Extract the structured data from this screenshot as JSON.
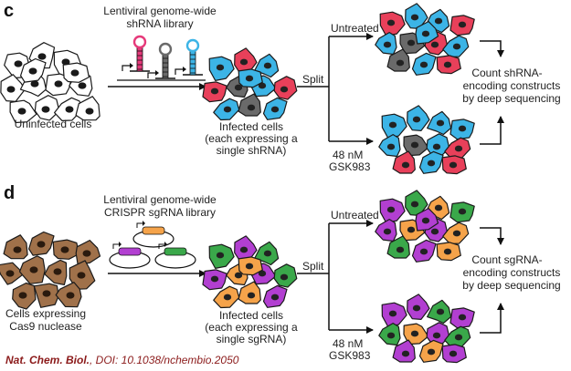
{
  "panel_c": {
    "letter": "c",
    "library_line1": "Lentiviral genome-wide",
    "library_line2": "shRNA library",
    "uninfected_label": "Uninfected cells",
    "infected_line1": "Infected cells",
    "infected_line2": "(each expressing a",
    "infected_line3": "single shRNA)",
    "split_label": "Split",
    "untreated_label": "Untreated",
    "treated_line1": "48 nM",
    "treated_line2": "GSK983",
    "count_line1": "Count shRNA-",
    "count_line2": "encoding constructs",
    "count_line3": "by deep sequencing",
    "cell_colors": {
      "blue": "#3cb4e6",
      "red": "#e8405a",
      "gray": "#6a6a6a"
    },
    "hairpin_colors": [
      "#e6397a",
      "#6a6a6a",
      "#3cb4e6"
    ]
  },
  "panel_d": {
    "letter": "d",
    "library_line1": "Lentiviral genome-wide",
    "library_line2": "CRISPR sgRNA library",
    "cas9_line1": "Cells expressing",
    "cas9_line2": "Cas9 nuclease",
    "infected_line1": "Infected cells",
    "infected_line2": "(each expressing a",
    "infected_line3": "single sgRNA)",
    "split_label": "Split",
    "untreated_label": "Untreated",
    "treated_line1": "48 nM",
    "treated_line2": "GSK983",
    "count_line1": "Count sgRNA-",
    "count_line2": "encoding constructs",
    "count_line3": "by deep sequencing",
    "cell_colors": {
      "brown": "#a0714a",
      "purple": "#b23fd1",
      "orange": "#f5a34a",
      "green": "#3aa84a"
    },
    "plasmid_colors": [
      "#f5a34a",
      "#b23fd1",
      "#3aa84a"
    ]
  },
  "citation": {
    "journal": "Nat. Chem. Biol.",
    "doi": ", DOI: 10.1038/nchembio.2050"
  }
}
